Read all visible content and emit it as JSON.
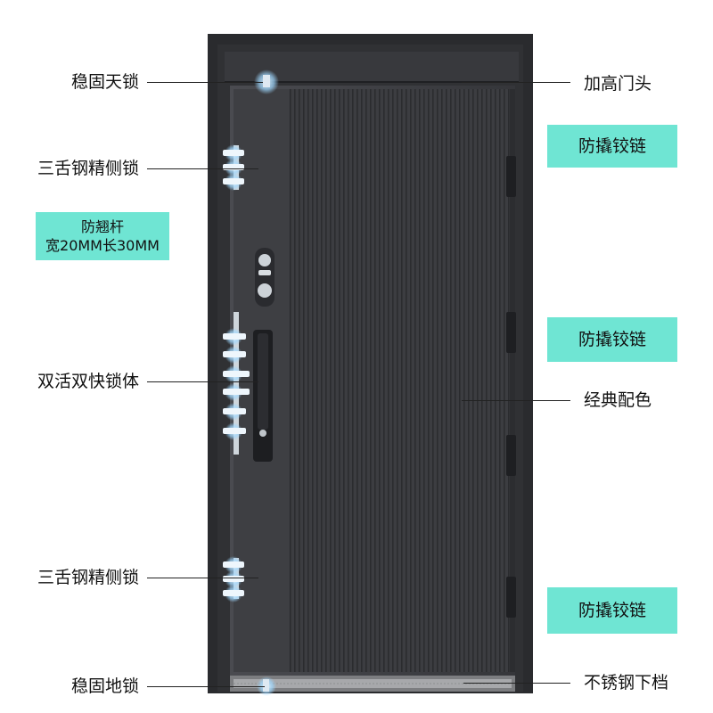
{
  "labels": {
    "top_lock": "稳固天锁",
    "side_lock_upper": "三舌钢精侧锁",
    "main_lock": "双活双快锁体",
    "side_lock_lower": "三舌钢精侧锁",
    "bottom_lock": "稳固地锁",
    "raised_header": "加高门头",
    "classic_color": "经典配色",
    "steel_threshold": "不锈钢下档"
  },
  "badges": {
    "hinge_1": "防撬铰链",
    "hinge_2": "防撬铰链",
    "hinge_3": "防撬铰链",
    "anti_pry_bar_title": "防翘杆",
    "anti_pry_bar_spec": "宽20MM长30MM"
  },
  "colors": {
    "badge_bg": "#6fe5d3",
    "door_frame": "#2a2b2e",
    "door_panel": "#3a3b3f",
    "lock_glow": "#9fd8ff"
  }
}
